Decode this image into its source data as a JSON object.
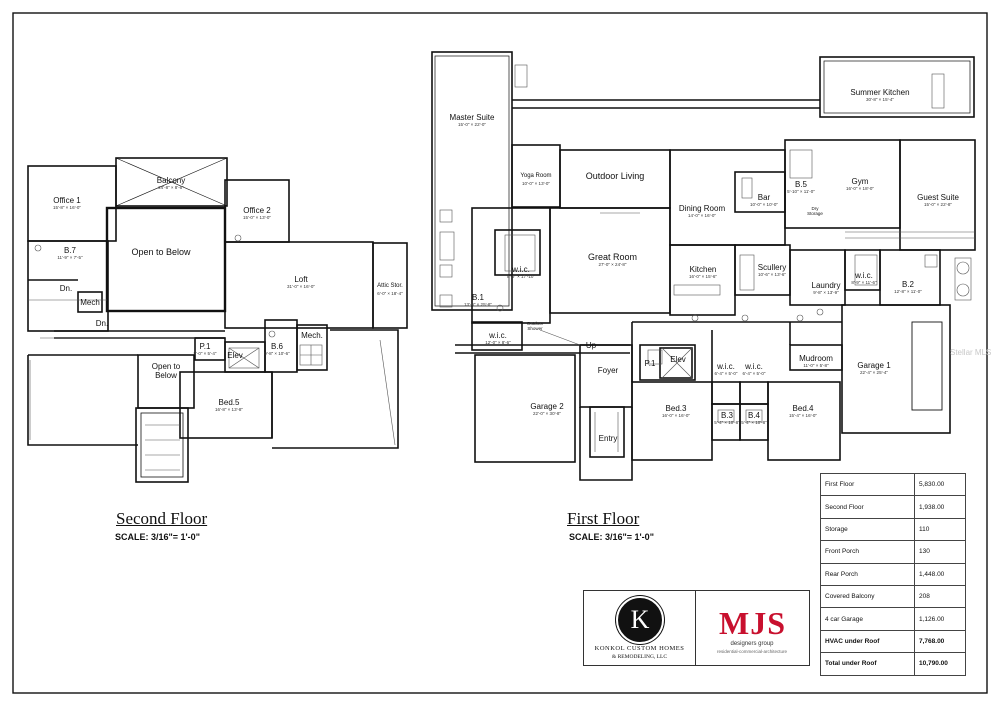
{
  "second_floor": {
    "title": "Second Floor",
    "scale": "SCALE: 3/16\"= 1'-0\"",
    "rooms": [
      {
        "name": "Balcony",
        "dims": "24'-8\" × 8'-6\""
      },
      {
        "name": "Office 1",
        "dims": "15'-8\" × 16'-0\""
      },
      {
        "name": "Office 2",
        "dims": "15'-0\" × 13'-0\""
      },
      {
        "name": "Open to Below",
        "dims": ""
      },
      {
        "name": "Loft",
        "dims": "31'-0\" × 16'-0\""
      },
      {
        "name": "Attic Stor.",
        "dims": "6'-0\" × 18'-4\""
      },
      {
        "name": "B.7",
        "dims": "11'-9\" × 7'-5\""
      },
      {
        "name": "Dn.",
        "dims": ""
      },
      {
        "name": "Mech",
        "dims": ""
      },
      {
        "name": "Dn.",
        "dims": ""
      },
      {
        "name": "P.1",
        "dims": "8'-0\" × 5'-4\""
      },
      {
        "name": "Elev",
        "dims": ""
      },
      {
        "name": "B.6",
        "dims": "9'-8\" × 10'-6\""
      },
      {
        "name": "Mech.",
        "dims": ""
      },
      {
        "name": "Open to Below",
        "dims": ""
      },
      {
        "name": "Bed.5",
        "dims": "16'-8\" × 13'-8\""
      }
    ]
  },
  "first_floor": {
    "title": "First Floor",
    "scale": "SCALE: 3/16\"= 1'-0\"",
    "rooms": [
      {
        "name": "Master Suite",
        "dims": "15'-0\" × 22'-0\""
      },
      {
        "name": "Summer Kitchen",
        "dims": "30'-8\" × 15'-4\""
      },
      {
        "name": "Yoga Room",
        "dims": "10'-0\" × 13'-0\""
      },
      {
        "name": "Outdoor Living",
        "dims": ""
      },
      {
        "name": "Dining Room",
        "dims": "14'-0\" × 16'-0\""
      },
      {
        "name": "Bar",
        "dims": "10'-0\" × 10'-0\""
      },
      {
        "name": "B.5",
        "dims": "5'-10\" × 11'-0\""
      },
      {
        "name": "Dry Storage",
        "dims": ""
      },
      {
        "name": "Gym",
        "dims": "16'-0\" × 18'-0\""
      },
      {
        "name": "Guest Suite",
        "dims": "15'-0\" × 22'-8\""
      },
      {
        "name": "w.i.c.",
        "dims": "8'-9\" × 17'-10\""
      },
      {
        "name": "Great Room",
        "dims": "27'-0\" × 24'-8\""
      },
      {
        "name": "Kitchen",
        "dims": "16'-0\" × 15'-6\""
      },
      {
        "name": "Scullery",
        "dims": "10'-6\" × 13'-6\""
      },
      {
        "name": "Laundry",
        "dims": "9'-8\" × 13'-9\""
      },
      {
        "name": "w.i.c.",
        "dims": "8'-9\" × 11'-6\""
      },
      {
        "name": "B.2",
        "dims": "12'-8\" × 11'-0\""
      },
      {
        "name": "B.1",
        "dims": "13'-0\" × 25'-8\""
      },
      {
        "name": "w.i.c.",
        "dims": "12'-0\" × 8'-6\""
      },
      {
        "name": "Outdoor Shower",
        "dims": ""
      },
      {
        "name": "Up",
        "dims": ""
      },
      {
        "name": "P.1",
        "dims": ""
      },
      {
        "name": "Elev",
        "dims": ""
      },
      {
        "name": "w.i.c.",
        "dims": "6'-4\" × 5'-0\""
      },
      {
        "name": "w.i.c.",
        "dims": "6'-4\" × 5'-0\""
      },
      {
        "name": "Mudroom",
        "dims": "11'-0\" × 5'-8\""
      },
      {
        "name": "Garage 1",
        "dims": "22'-4\" × 25'-4\""
      },
      {
        "name": "Foyer",
        "dims": ""
      },
      {
        "name": "Garage 2",
        "dims": "22'-0\" × 30'-8\""
      },
      {
        "name": "Bed.3",
        "dims": "16'-0\" × 16'-0\""
      },
      {
        "name": "B.3",
        "dims": "5'-4\" × 10'-8\""
      },
      {
        "name": "B.4",
        "dims": "5'-4\" × 10'-8\""
      },
      {
        "name": "Bed.4",
        "dims": "15'-4\" × 16'-0\""
      },
      {
        "name": "Entry",
        "dims": ""
      }
    ]
  },
  "area_table": [
    {
      "label": "First Floor",
      "value": "5,830.00",
      "bold": false
    },
    {
      "label": "Second Floor",
      "value": "1,938.00",
      "bold": false
    },
    {
      "label": "Storage",
      "value": "110",
      "bold": false
    },
    {
      "label": "Front Porch",
      "value": "130",
      "bold": false
    },
    {
      "label": "Rear Porch",
      "value": "1,448.00",
      "bold": false
    },
    {
      "label": "Covered Balcony",
      "value": "208",
      "bold": false
    },
    {
      "label": "4 car Garage",
      "value": "1,126.00",
      "bold": false
    },
    {
      "label": "HVAC under Roof",
      "value": "7,768.00",
      "bold": true
    },
    {
      "label": "Total under Roof",
      "value": "10,790.00",
      "bold": true
    }
  ],
  "logos": {
    "konkol_initial": "K",
    "konkol_name": "KONKOL CUSTOM HOMES",
    "konkol_sub": "& REMODELING, LLC",
    "mjs": "MJS",
    "mjs_line1": "designers group",
    "mjs_line2": "residential-commercial-architecture"
  },
  "watermark": "Stellar MLS",
  "colors": {
    "line": "#111111",
    "brand_red": "#c8102e"
  }
}
